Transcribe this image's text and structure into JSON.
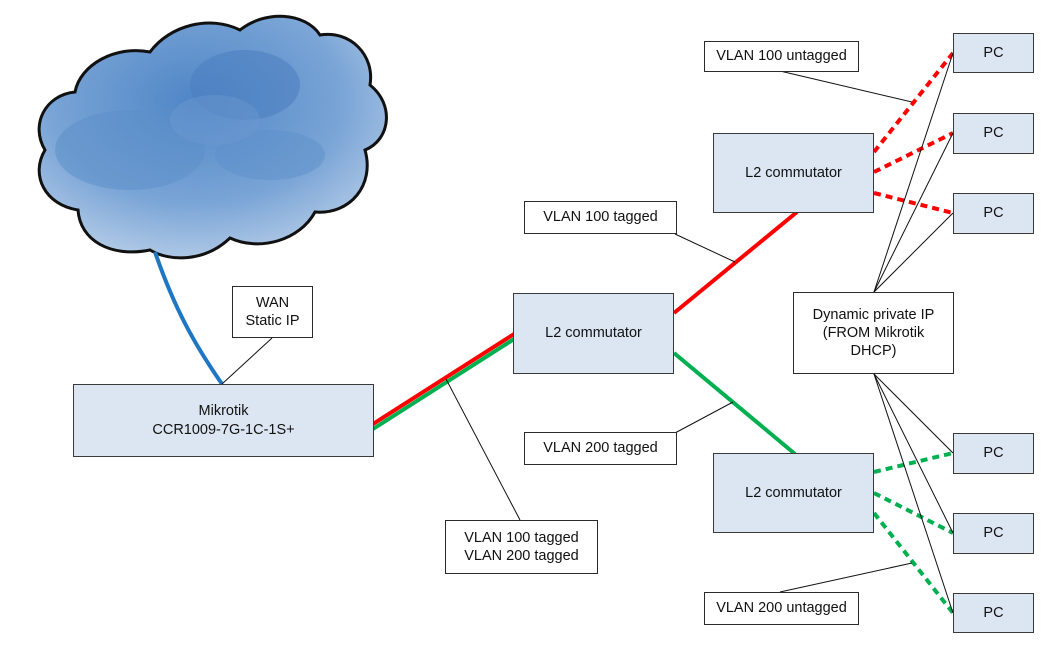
{
  "router": {
    "line1": "Mikrotik",
    "line2": "CCR1009-7G-1C-1S+"
  },
  "wan_label": {
    "line1": "WAN",
    "line2": "Static IP"
  },
  "core_switch": {
    "label": "L2 commutator"
  },
  "switch_top": {
    "label": "L2 commutator"
  },
  "switch_bottom": {
    "label": "L2 commutator"
  },
  "trunk_label": {
    "line1": "VLAN 100 tagged",
    "line2": "VLAN 200 tagged"
  },
  "vlan100_tagged_label": "VLAN 100 tagged",
  "vlan200_tagged_label": "VLAN 200 tagged",
  "vlan100_untagged_label": "VLAN 100 untagged",
  "vlan200_untagged_label": "VLAN 200 untagged",
  "dhcp_label": {
    "line1": "Dynamic private IP",
    "line2": "(FROM Mikrotik",
    "line3": "DHCP)"
  },
  "pcs": [
    {
      "label": "PC"
    },
    {
      "label": "PC"
    },
    {
      "label": "PC"
    },
    {
      "label": "PC"
    },
    {
      "label": "PC"
    },
    {
      "label": "PC"
    }
  ],
  "colors": {
    "device_fill": "#dce6f2",
    "wan_link": "#1f77c4",
    "vlan100": "#ff0000",
    "vlan200": "#00b050",
    "cloud_fill": "#8fb3db",
    "cloud_outline": "#111111"
  }
}
